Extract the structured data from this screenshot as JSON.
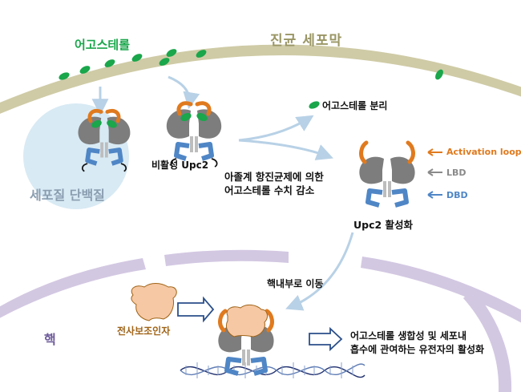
{
  "labels": {
    "ergosterol_top": "어고스테롤",
    "cell_membrane": "진균 세포막",
    "ergosterol_separation": "어고스테롤 분리",
    "inactive_upc2": "비활성 Upc2",
    "cytoplasmic_protein": "세포질 단백질",
    "drug_effect_line1": "아졸계 항진균제에 의한",
    "drug_effect_line2": "어고스테롤 수치 감소",
    "activation_loop": "Activation loop",
    "lbd": "LBD",
    "dbd": "DBD",
    "active_upc2": "Upc2 활성화",
    "nuclear_translocation": "핵내부로 이동",
    "nucleus": "핵",
    "coactivator": "전사보조인자",
    "result_line1": "어고스테롤 생합성 및 세포내",
    "result_line2": "흡수에 관여하는 유전자의 활성화"
  },
  "colors": {
    "membrane": "#cfcba6",
    "ergosterol": "#1aa64b",
    "cytoplasm_protein": "#d8eaf4",
    "nuclear_envelope": "#d3c8e2",
    "upc2_body": "#7d7d7d",
    "activation_loop": "#e07a1e",
    "dbd": "#4f86c6",
    "coactivator": "#f6c8a4",
    "arrow": "#b8d1e6",
    "dna_strand": "#1f2f6e"
  }
}
